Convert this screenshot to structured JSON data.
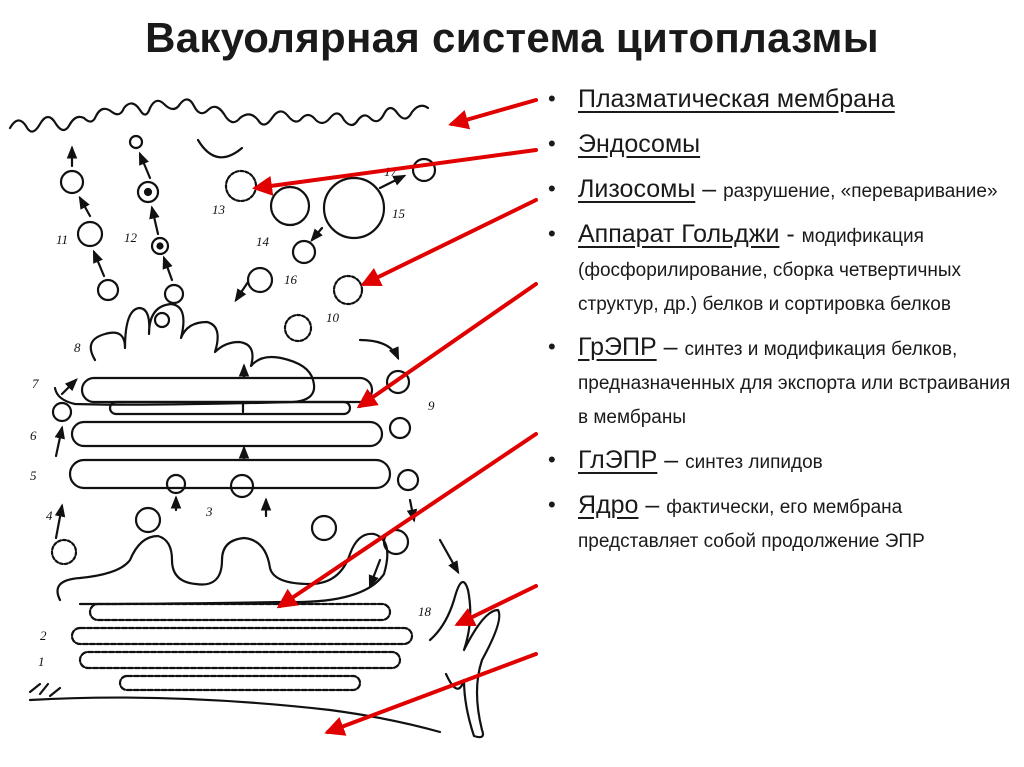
{
  "title": "Вакуолярная система цитоплазмы",
  "diagram_labels": [
    "1",
    "2",
    "3",
    "4",
    "5",
    "6",
    "7",
    "8",
    "9",
    "10",
    "11",
    "12",
    "13",
    "14",
    "15",
    "16",
    "17",
    "18"
  ],
  "arrow_color": "#e00000",
  "legend": [
    {
      "term": "Плазматическая мембрана",
      "sep": "",
      "desc": ""
    },
    {
      "term": "Эндосомы",
      "sep": "",
      "desc": ""
    },
    {
      "term": "Лизосомы",
      "sep": " – ",
      "desc": "разрушение, «переваривание»"
    },
    {
      "term": "Аппарат Гольджи",
      "sep": " - ",
      "desc": "модификация (фосфорилирование, сборка четвертичных структур, др.) белков и сортировка белков"
    },
    {
      "term": "ГрЭПР",
      "sep": " – ",
      "desc": "синтез и модификация белков, предназначенных для экспорта или встраивания в мембраны"
    },
    {
      "term": "ГлЭПР",
      "sep": " – ",
      "desc": "синтез липидов"
    },
    {
      "term": "Ядро",
      "sep": " – ",
      "desc": "фактически, его мембрана представляет собой продолжение ЭПР"
    }
  ]
}
